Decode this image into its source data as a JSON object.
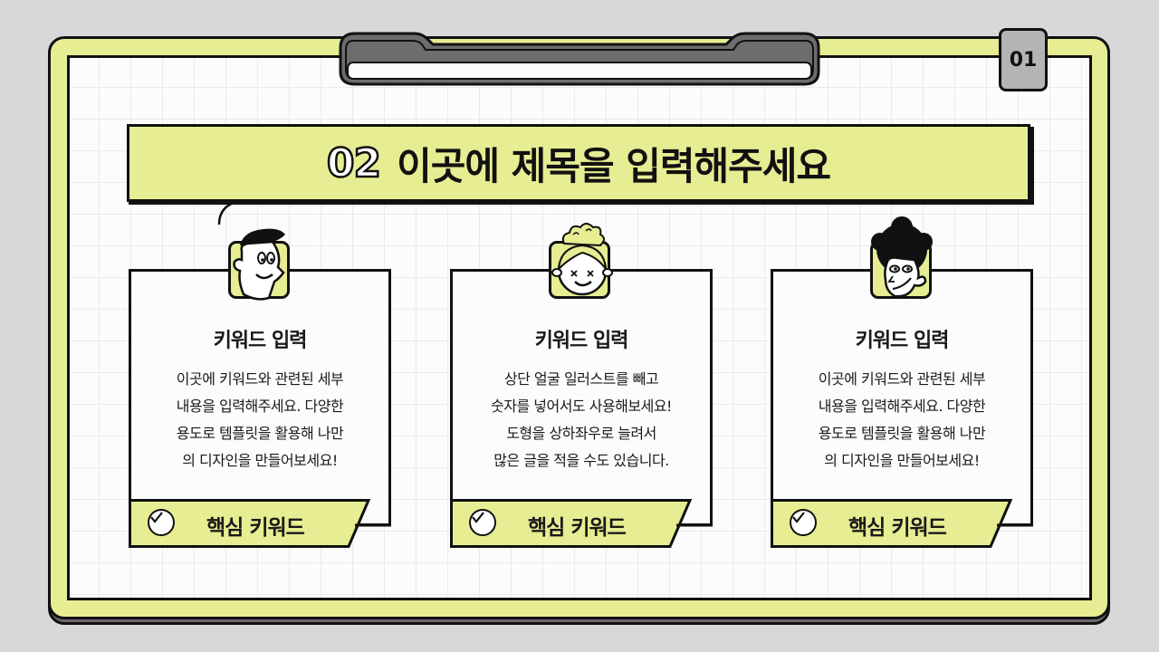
{
  "slide": {
    "page_number": "01",
    "title_number": "02",
    "title_text": "이곳에 제목을 입력해주세요",
    "colors": {
      "accent": "#e6ed92",
      "outline": "#111111",
      "background": "#d9d8d8",
      "frame_shadow": "#6d676b",
      "badge": "#b5b4b5"
    }
  },
  "cards": [
    {
      "avatar": "man-face-icon",
      "title": "키워드 입력",
      "body": "이곳에 키워드와 관련된 세부\n내용을 입력해주세요. 다양한\n용도로 템플릿을 활용해 나만\n의 디자인을 만들어보세요!",
      "keyword_label": "핵심 키워드",
      "keyword_icon": "check-circle-icon"
    },
    {
      "avatar": "woman-face-icon",
      "title": "키워드 입력",
      "body": "상단 얼굴 일러스트를 빼고\n숫자를 넣어서도 사용해보세요!\n도형을 상하좌우로 늘려서\n많은 글을 적을 수도 있습니다.",
      "keyword_label": "핵심 키워드",
      "keyword_icon": "check-circle-icon"
    },
    {
      "avatar": "curly-hair-face-icon",
      "title": "키워드 입력",
      "body": "이곳에 키워드와 관련된 세부\n내용을 입력해주세요. 다양한\n용도로 템플릿을 활용해 나만\n의 디자인을 만들어보세요!",
      "keyword_label": "핵심 키워드",
      "keyword_icon": "check-circle-icon"
    }
  ]
}
